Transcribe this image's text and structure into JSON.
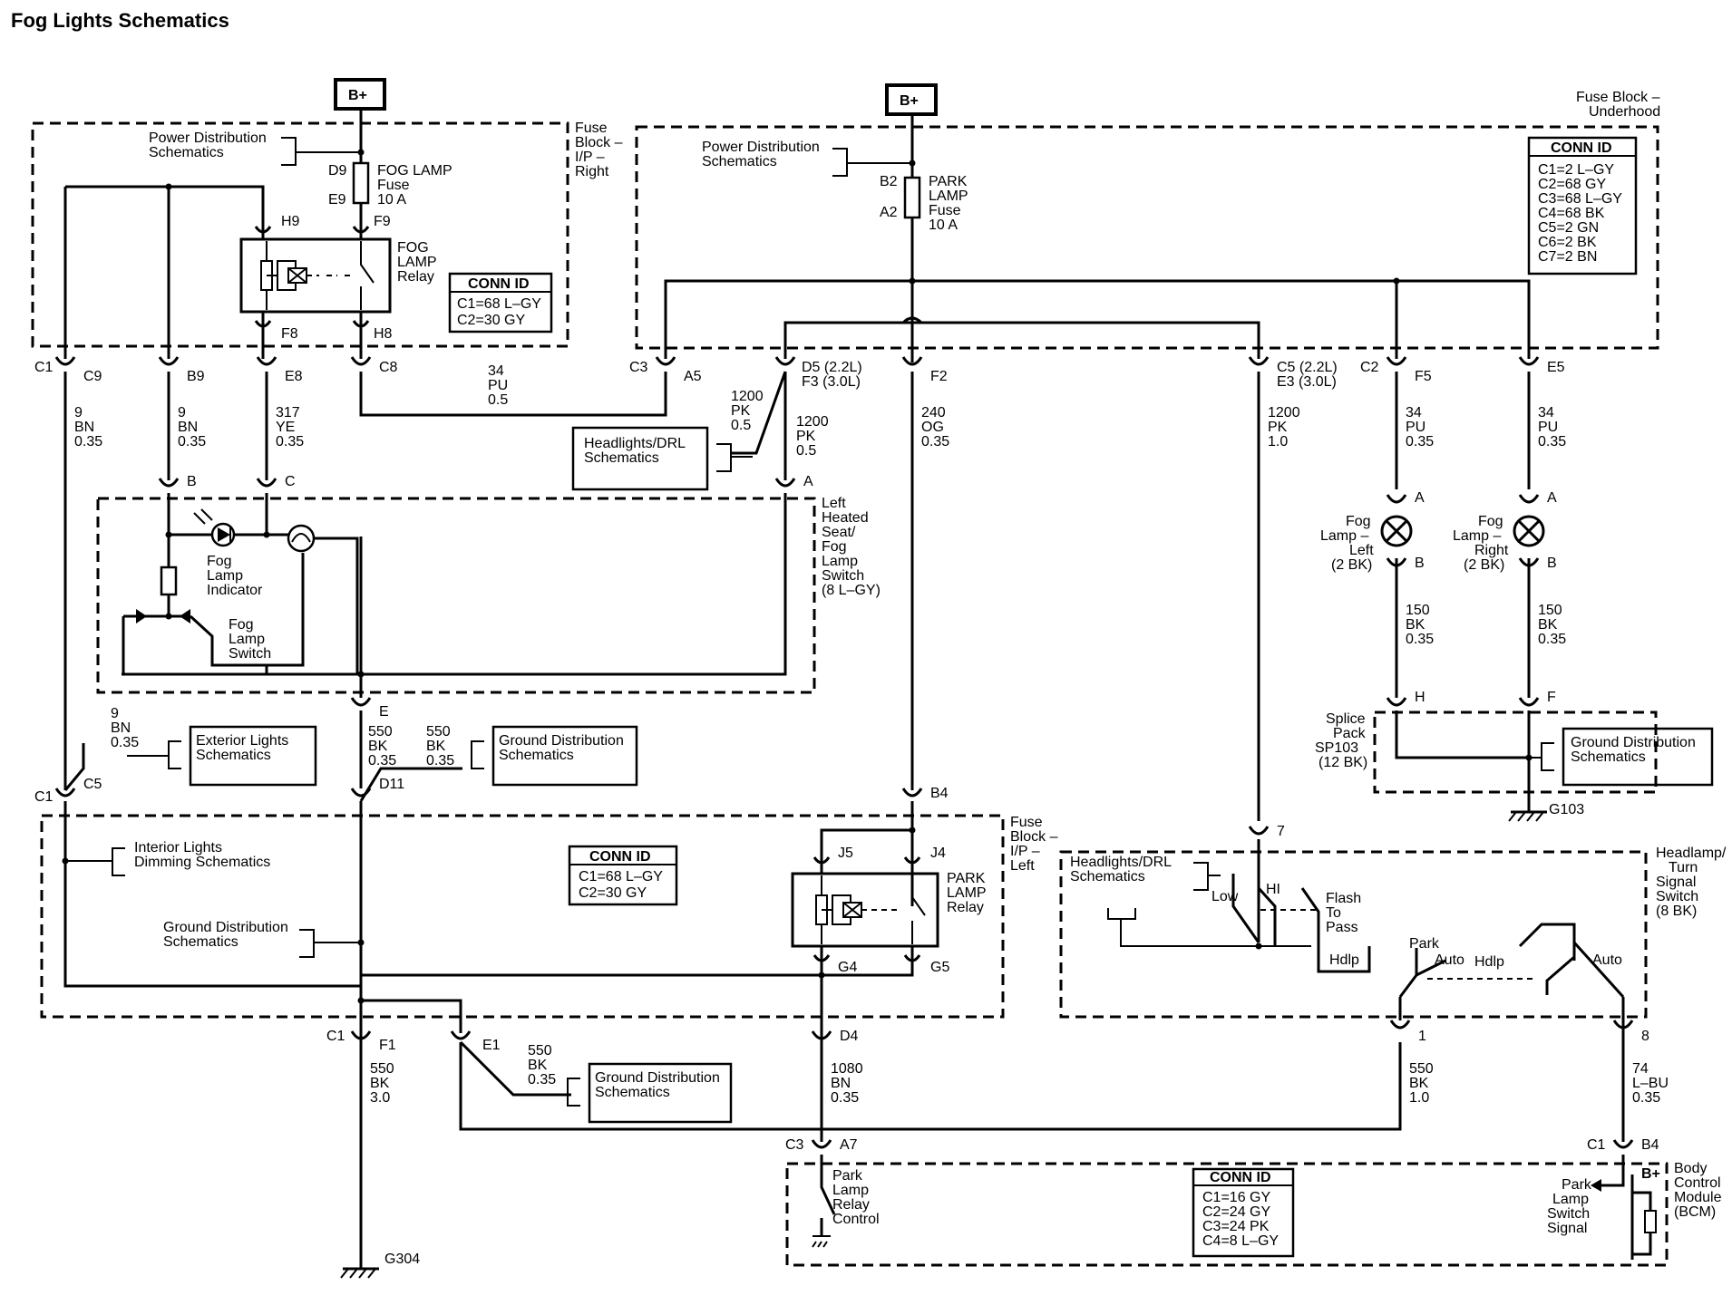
{
  "title": "Fog Lights Schematics",
  "supply": {
    "label": "B+"
  },
  "fuse_block_ip_right": {
    "label": [
      "Fuse",
      "Block –",
      "I/P –",
      "Right"
    ],
    "power_ref": [
      "Power Distribution",
      "Schematics"
    ],
    "fuse_pins": [
      "D9",
      "E9"
    ],
    "fuse_label": [
      "FOG LAMP",
      "Fuse",
      "10 A"
    ],
    "relay_label": [
      "FOG",
      "LAMP",
      "Relay"
    ],
    "relay_pins": [
      "H9",
      "F9",
      "F8",
      "H8"
    ],
    "conn_id": {
      "header": "CONN ID",
      "rows": [
        "C1=68 L–GY",
        "C2=30 GY"
      ]
    }
  },
  "fuse_block_underhood": {
    "label": [
      "Fuse Block –",
      "Underhood"
    ],
    "power_ref": [
      "Power Distribution",
      "Schematics"
    ],
    "fuse_pins": [
      "B2",
      "A2"
    ],
    "fuse_label": [
      "PARK",
      "LAMP",
      "Fuse",
      "10 A"
    ],
    "conn_id": {
      "header": "CONN ID",
      "rows": [
        "C1=2 L–GY",
        "C2=68 GY",
        "C3=68 L–GY",
        "C4=68 BK",
        "C5=2 GN",
        "C6=2 BK",
        "C7=2 BN"
      ]
    }
  },
  "connectors": {
    "c1": "C1",
    "c9": "C9",
    "b9": "B9",
    "e8": "E8",
    "c8": "C8",
    "c3": "C3",
    "a5": "A5",
    "d5": [
      "D5 (2.2L)",
      "F3 (3.0L)"
    ],
    "f2": "F2",
    "c5": [
      "C5 (2.2L)",
      "E3 (3.0L)"
    ],
    "c2": "C2",
    "f5": "F5",
    "e5": "E5",
    "c5b": "C5",
    "d11": "D11",
    "b4": "B4",
    "f1": "F1",
    "e1": "E1",
    "d4": "D4",
    "c3b": "C3",
    "a7": "A7",
    "c1b": "C1",
    "b4b": "B4",
    "sw1": "1",
    "sw8": "8",
    "sw7": "7"
  },
  "wires": {
    "w1": [
      "9",
      "BN",
      "0.35"
    ],
    "w2": [
      "9",
      "BN",
      "0.35"
    ],
    "w3": [
      "317",
      "YE",
      "0.35"
    ],
    "w4": [
      "34",
      "PU",
      "0.5"
    ],
    "w5": [
      "1200",
      "PK",
      "0.5"
    ],
    "w6": [
      "1200",
      "PK",
      "0.5"
    ],
    "w7": [
      "240",
      "OG",
      "0.35"
    ],
    "w8": [
      "1200",
      "PK",
      "1.0"
    ],
    "w9": [
      "34",
      "PU",
      "0.35"
    ],
    "w10": [
      "34",
      "PU",
      "0.35"
    ],
    "w11": [
      "150",
      "BK",
      "0.35"
    ],
    "w12": [
      "150",
      "BK",
      "0.35"
    ],
    "w13": [
      "9",
      "BN",
      "0.35"
    ],
    "w14": [
      "550",
      "BK",
      "0.35"
    ],
    "w15": [
      "550",
      "BK",
      "0.35"
    ],
    "w16": [
      "550",
      "BK",
      "3.0"
    ],
    "w17": [
      "550",
      "BK",
      "0.35"
    ],
    "w18": [
      "1080",
      "BN",
      "0.35"
    ],
    "w19": [
      "550",
      "BK",
      "1.0"
    ],
    "w20": [
      "74",
      "L–BU",
      "0.35"
    ]
  },
  "refs": {
    "headlights_drl": [
      "Headlights/DRL",
      "Schematics"
    ],
    "exterior_lights": [
      "Exterior Lights",
      "Schematics"
    ],
    "ground_dist": [
      "Ground Distribution",
      "Schematics"
    ],
    "interior_dimming": [
      "Interior Lights",
      "Dimming Schematics"
    ]
  },
  "switch_module": {
    "label": [
      "Left",
      "Heated",
      "Seat/",
      "Fog",
      "Lamp",
      "Switch",
      "(8 L–GY)"
    ],
    "pins": [
      "B",
      "C",
      "A",
      "E"
    ],
    "indicator": [
      "Fog",
      "Lamp",
      "Indicator"
    ],
    "switch": [
      "Fog",
      "Lamp",
      "Switch"
    ]
  },
  "fog_lamps": {
    "left": [
      "Fog",
      "Lamp –",
      "Left",
      "(2 BK)"
    ],
    "right": [
      "Fog",
      "Lamp –",
      "Right",
      "(2 BK)"
    ],
    "pins": [
      "A",
      "B"
    ]
  },
  "splice": {
    "label": [
      "Splice",
      "Pack",
      "SP103",
      "(12 BK)"
    ],
    "pins": [
      "H",
      "F"
    ],
    "ground": "G103"
  },
  "fuse_block_ip_left": {
    "label": [
      "Fuse",
      "Block –",
      "I/P –",
      "Left"
    ],
    "relay_label": [
      "PARK",
      "LAMP",
      "Relay"
    ],
    "relay_pins": [
      "J5",
      "J4",
      "G4",
      "G5"
    ],
    "conn_id": {
      "header": "CONN ID",
      "rows": [
        "C1=68 L–GY",
        "C2=30 GY"
      ]
    }
  },
  "headlamp_switch": {
    "label": [
      "Headlamp/",
      "Turn",
      "Signal",
      "Switch",
      "(8 BK)"
    ],
    "low": "Low",
    "hi": "HI",
    "flash": [
      "Flash",
      "To",
      "Pass"
    ],
    "hdlp": "Hdlp",
    "park": "Park",
    "auto": "Auto"
  },
  "bcm": {
    "label": [
      "Body",
      "Control",
      "Module",
      "(BCM)"
    ],
    "signal": [
      "Park",
      "Lamp",
      "Switch",
      "Signal"
    ],
    "relay_ctrl": [
      "Park",
      "Lamp",
      "Relay",
      "Control"
    ],
    "bplus": "B+",
    "conn_id": {
      "header": "CONN ID",
      "rows": [
        "C1=16 GY",
        "C2=24 GY",
        "C3=24 PK",
        "C4=8 L–GY"
      ]
    }
  },
  "grounds": {
    "g304": "G304",
    "g103": "G103"
  }
}
